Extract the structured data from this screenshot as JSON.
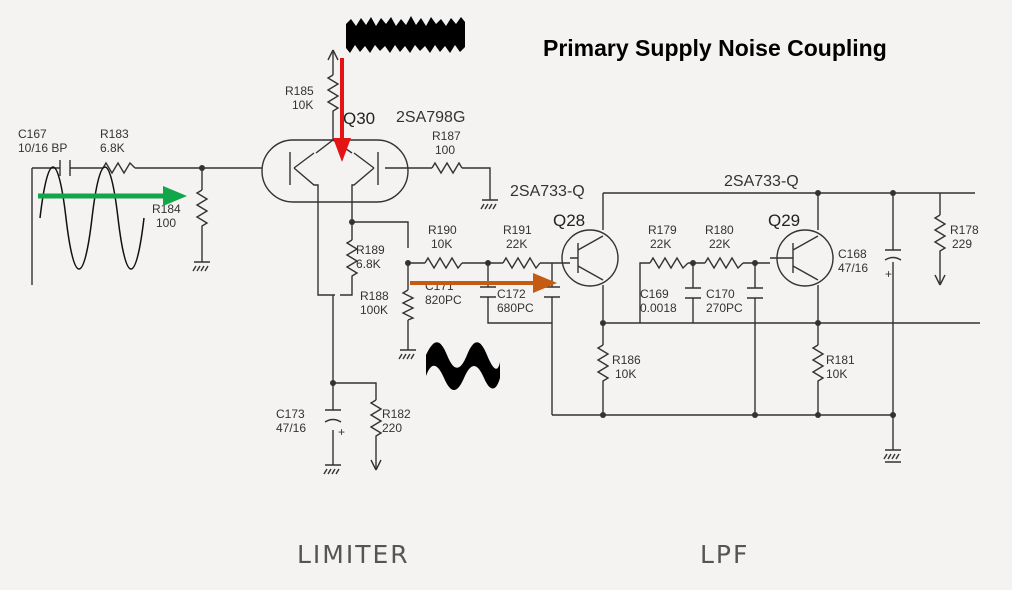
{
  "title": "Primary Supply Noise Coupling",
  "sections": {
    "limiter": "LIMITER",
    "lpf": "LPF"
  },
  "components": {
    "c167": {
      "ref": "C167",
      "value": "10/16 BP"
    },
    "r183": {
      "ref": "R183",
      "value": "6.8K"
    },
    "r184": {
      "ref": "R184",
      "value": "100"
    },
    "r185": {
      "ref": "R185",
      "value": "10K"
    },
    "q30": {
      "ref": "Q30",
      "part": "2SA798G"
    },
    "r187": {
      "ref": "R187",
      "value": "100"
    },
    "r189": {
      "ref": "R189",
      "value": "6.8K"
    },
    "r188": {
      "ref": "R188",
      "value": "100K"
    },
    "r190": {
      "ref": "R190",
      "value": "10K"
    },
    "r191": {
      "ref": "R191",
      "value": "22K"
    },
    "c171": {
      "ref": "C171",
      "value": "820PC"
    },
    "c172": {
      "ref": "C172",
      "value": "680PC"
    },
    "q28": {
      "ref": "Q28",
      "part": "2SA733-Q"
    },
    "q29": {
      "ref": "Q29",
      "part": "2SA733-Q"
    },
    "r179": {
      "ref": "R179",
      "value": "22K"
    },
    "r180": {
      "ref": "R180",
      "value": "22K"
    },
    "c169": {
      "ref": "C169",
      "value": "0.0018"
    },
    "c170": {
      "ref": "C170",
      "value": "270PC"
    },
    "c168": {
      "ref": "C168",
      "value": "47/16"
    },
    "r178": {
      "ref": "R178",
      "value": "229"
    },
    "r186": {
      "ref": "R186",
      "value": "10K"
    },
    "r181": {
      "ref": "R181",
      "value": "10K"
    },
    "c173": {
      "ref": "C173",
      "value": "47/16"
    },
    "r182": {
      "ref": "R182",
      "value": "220"
    }
  },
  "polarity": {
    "plus": "+"
  },
  "colors": {
    "signal_arrow": "#11a64a",
    "supply_arrow": "#e51414",
    "coupled_arrow": "#c55a12",
    "noise": "#000000"
  }
}
